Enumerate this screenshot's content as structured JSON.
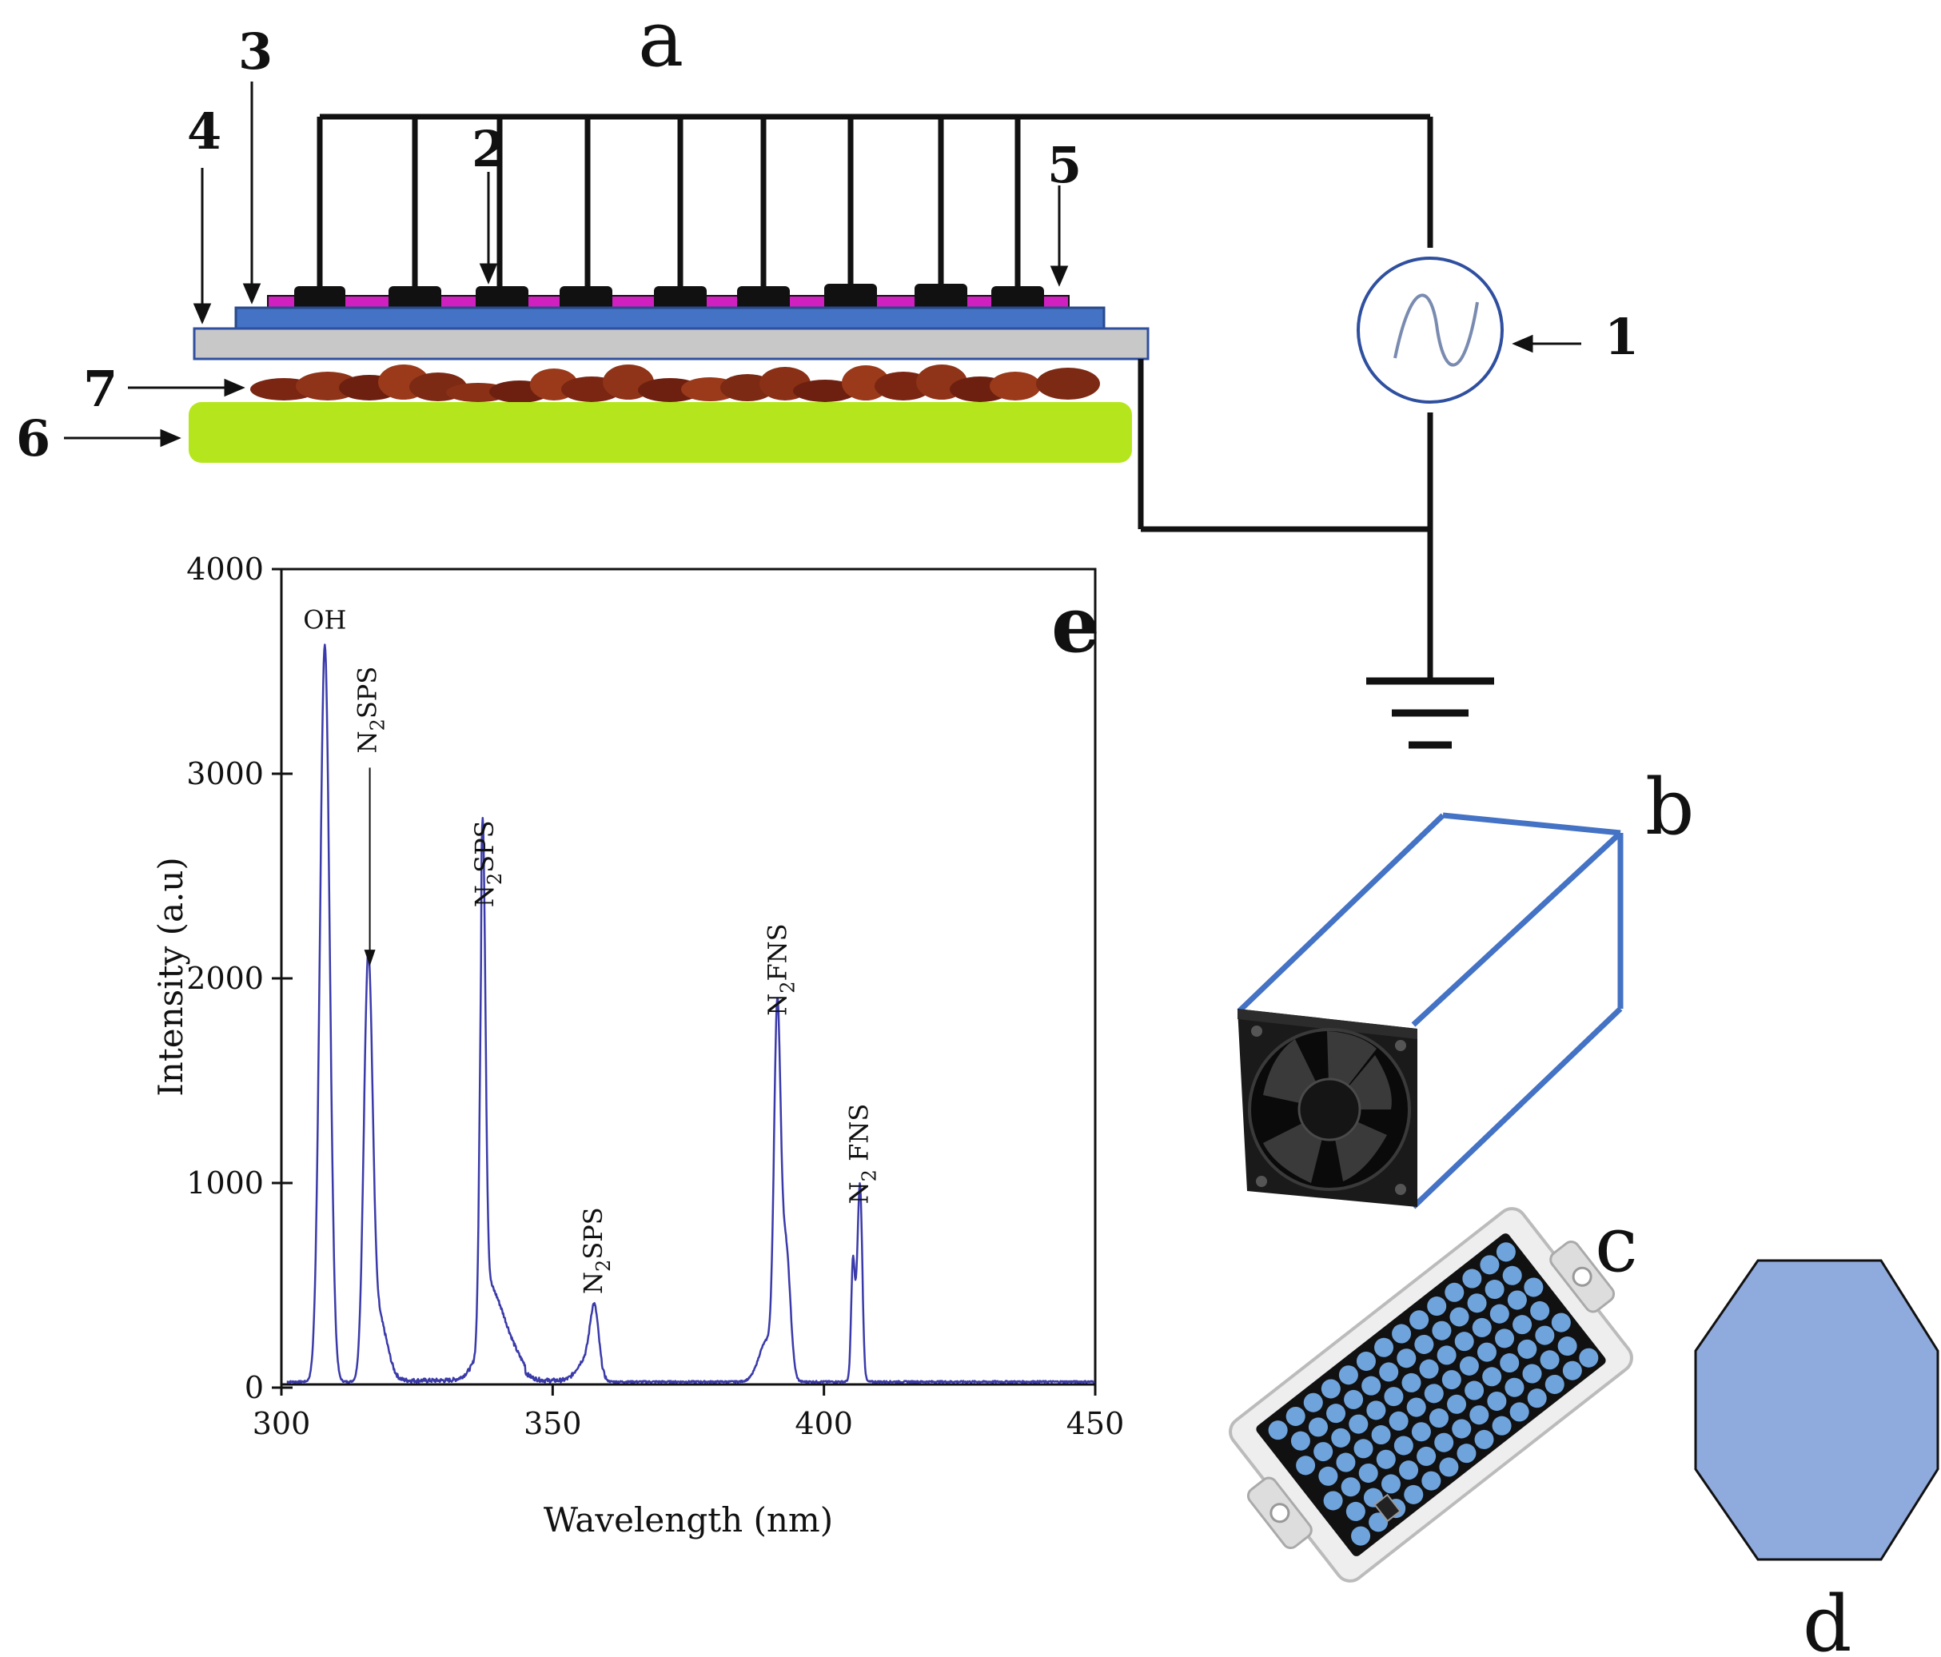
{
  "panel_labels": {
    "a": "a",
    "b": "b",
    "c": "c",
    "d": "d",
    "e": "e"
  },
  "component_numbers": [
    "1",
    "2",
    "3",
    "4",
    "5",
    "6",
    "7"
  ],
  "colors": {
    "wire": "#111111",
    "dielectric_blue": "#4472c4",
    "dielectric_gray": "#c8c8c8",
    "electrode_magenta": "#d020c0",
    "electrode_pad": "#111111",
    "ground_plate": "#b5e61d",
    "sample": "#8b2e18",
    "source_outline": "#2f4f9f",
    "box_outline": "#4472c4",
    "octagon_fill": "#8faadc",
    "spectrum_line": "#3a3aaa",
    "ozone_mesh": "#6fa3dc"
  },
  "icons": {
    "ac_source": "ac-sine-source-icon",
    "ground": "ground-symbol-icon",
    "fan": "cooling-fan-icon",
    "ozone_plate": "ozone-generator-plate-icon",
    "octagon": "octagon-electrode-icon"
  },
  "chart_data": {
    "type": "line",
    "xlabel": "Wavelength (nm)",
    "ylabel": "Intensity (a.u)",
    "xlim": [
      300,
      450
    ],
    "ylim": [
      0,
      4000
    ],
    "xticks": [
      300,
      350,
      400,
      450
    ],
    "yticks": [
      0,
      1000,
      2000,
      3000,
      4000
    ],
    "baseline": 25,
    "peaks": [
      {
        "x": 308.0,
        "y": 3600,
        "w": 0.9
      },
      {
        "x": 316.0,
        "y": 1980,
        "w": 0.8
      },
      {
        "x": 318.0,
        "y": 300,
        "w": 1.5
      },
      {
        "x": 337.1,
        "y": 2230,
        "w": 0.5
      },
      {
        "x": 339.0,
        "y": 250,
        "w": 2.5
      },
      {
        "x": 343.0,
        "y": 40,
        "w": 2.0
      },
      {
        "x": 357.7,
        "y": 320,
        "w": 0.8
      },
      {
        "x": 356.0,
        "y": 100,
        "w": 1.5
      },
      {
        "x": 389.5,
        "y": 200,
        "w": 1.5
      },
      {
        "x": 391.4,
        "y": 1700,
        "w": 0.6
      },
      {
        "x": 393.0,
        "y": 650,
        "w": 0.8
      },
      {
        "x": 406.0,
        "y": 350,
        "w": 0.6
      },
      {
        "x": 405.3,
        "y": 420,
        "w": 0.3
      },
      {
        "x": 406.7,
        "y": 780,
        "w": 0.4
      }
    ],
    "annotations": [
      {
        "id": "oh",
        "main": "OH",
        "sub": "",
        "tail": "",
        "at": [
          308,
          3600
        ]
      },
      {
        "id": "n2sps-316",
        "main": "N",
        "sub": "2",
        "tail": "SPS",
        "at": [
          316,
          1980
        ]
      },
      {
        "id": "n2sps-337",
        "main": "N",
        "sub": "2",
        "tail": "SPS",
        "at": [
          337,
          2230
        ]
      },
      {
        "id": "n2sps-357",
        "main": "N",
        "sub": "2",
        "tail": "SPS",
        "at": [
          357,
          340
        ]
      },
      {
        "id": "n2fns-391",
        "main": "N",
        "sub": "2",
        "tail": "FNS",
        "at": [
          391,
          1700
        ]
      },
      {
        "id": "n2fns-406",
        "main": "N",
        "sub": "2",
        "tail": " FNS",
        "at": [
          406,
          780
        ]
      }
    ]
  }
}
